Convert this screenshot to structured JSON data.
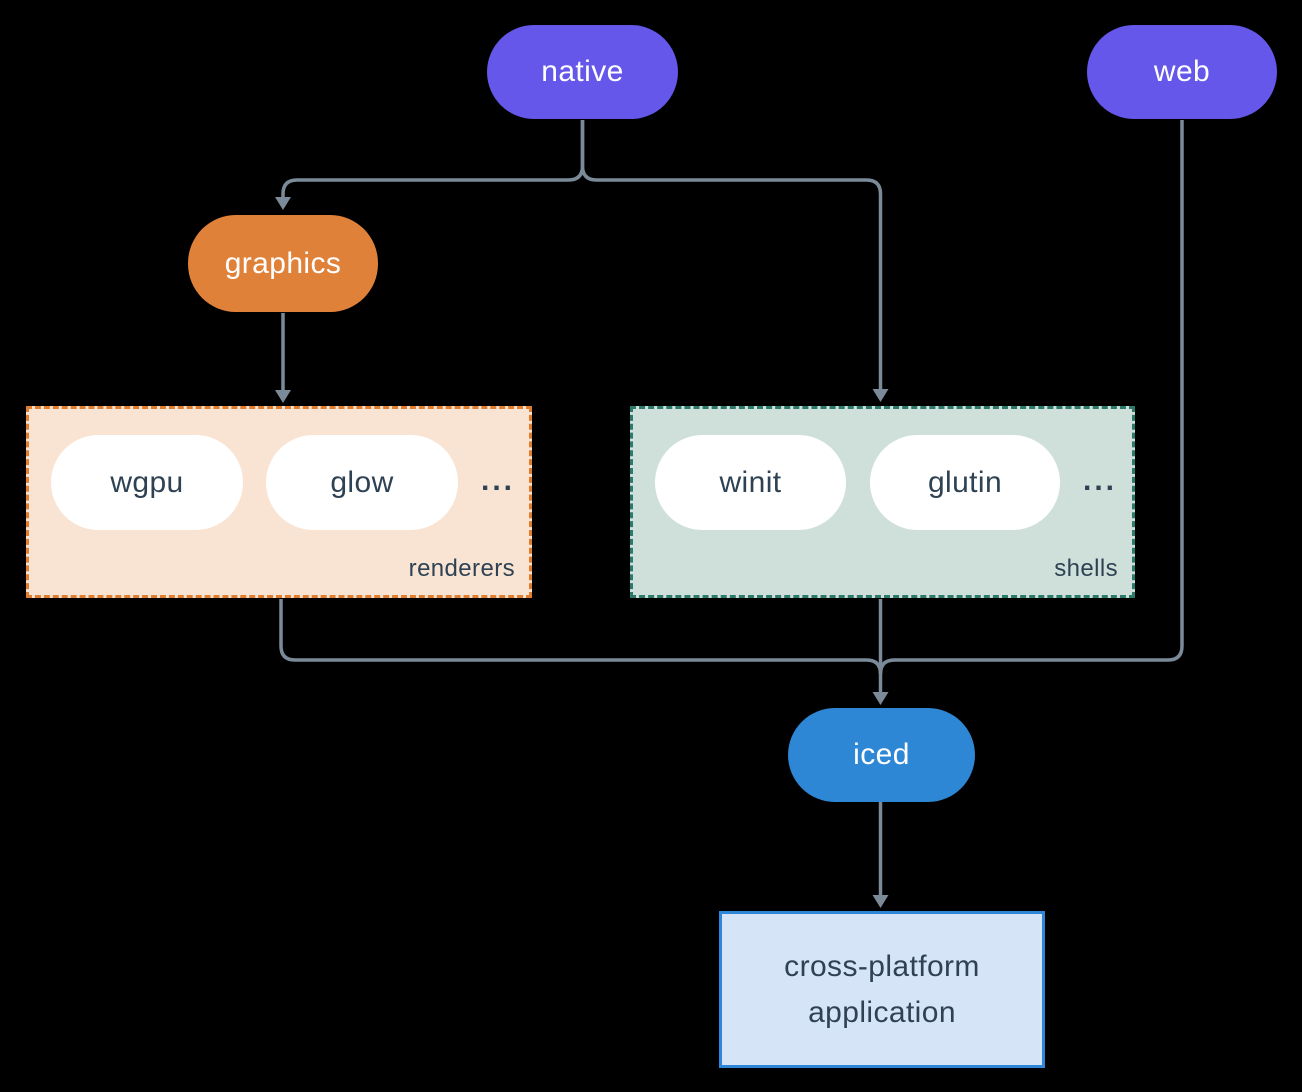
{
  "nodes": {
    "native": {
      "label": "native",
      "color": "#6457e9",
      "text_color": "#ffffff"
    },
    "web": {
      "label": "web",
      "color": "#6457e9",
      "text_color": "#ffffff"
    },
    "graphics": {
      "label": "graphics",
      "color": "#e0813a",
      "text_color": "#ffffff"
    },
    "wgpu": {
      "label": "wgpu",
      "color": "#ffffff",
      "text_color": "#2e4254"
    },
    "glow": {
      "label": "glow",
      "color": "#ffffff",
      "text_color": "#2e4254"
    },
    "winit": {
      "label": "winit",
      "color": "#ffffff",
      "text_color": "#2e4254"
    },
    "glutin": {
      "label": "glutin",
      "color": "#ffffff",
      "text_color": "#2e4254"
    },
    "iced": {
      "label": "iced",
      "color": "#2e87d5",
      "text_color": "#ffffff"
    },
    "application": {
      "label_line1": "cross-platform",
      "label_line2": "application",
      "bg": "#d6e4f7",
      "border": "#2e86d8",
      "text_color": "#2e4254"
    }
  },
  "groups": {
    "renderers": {
      "label": "renderers",
      "ellipsis": "...",
      "bg": "#f9e4d4",
      "border": "#e07d2e",
      "members": [
        "wgpu",
        "glow"
      ]
    },
    "shells": {
      "label": "shells",
      "ellipsis": "...",
      "bg": "#cfe0da",
      "border": "#2b7a6a",
      "members": [
        "winit",
        "glutin"
      ]
    }
  },
  "connectors": {
    "color": "#7b8a99",
    "edges": [
      {
        "from": "native",
        "to": "graphics"
      },
      {
        "from": "native",
        "to": "shells"
      },
      {
        "from": "graphics",
        "to": "renderers"
      },
      {
        "from": "renderers",
        "to": "iced"
      },
      {
        "from": "shells",
        "to": "iced"
      },
      {
        "from": "web",
        "to": "iced"
      },
      {
        "from": "iced",
        "to": "application"
      }
    ]
  }
}
